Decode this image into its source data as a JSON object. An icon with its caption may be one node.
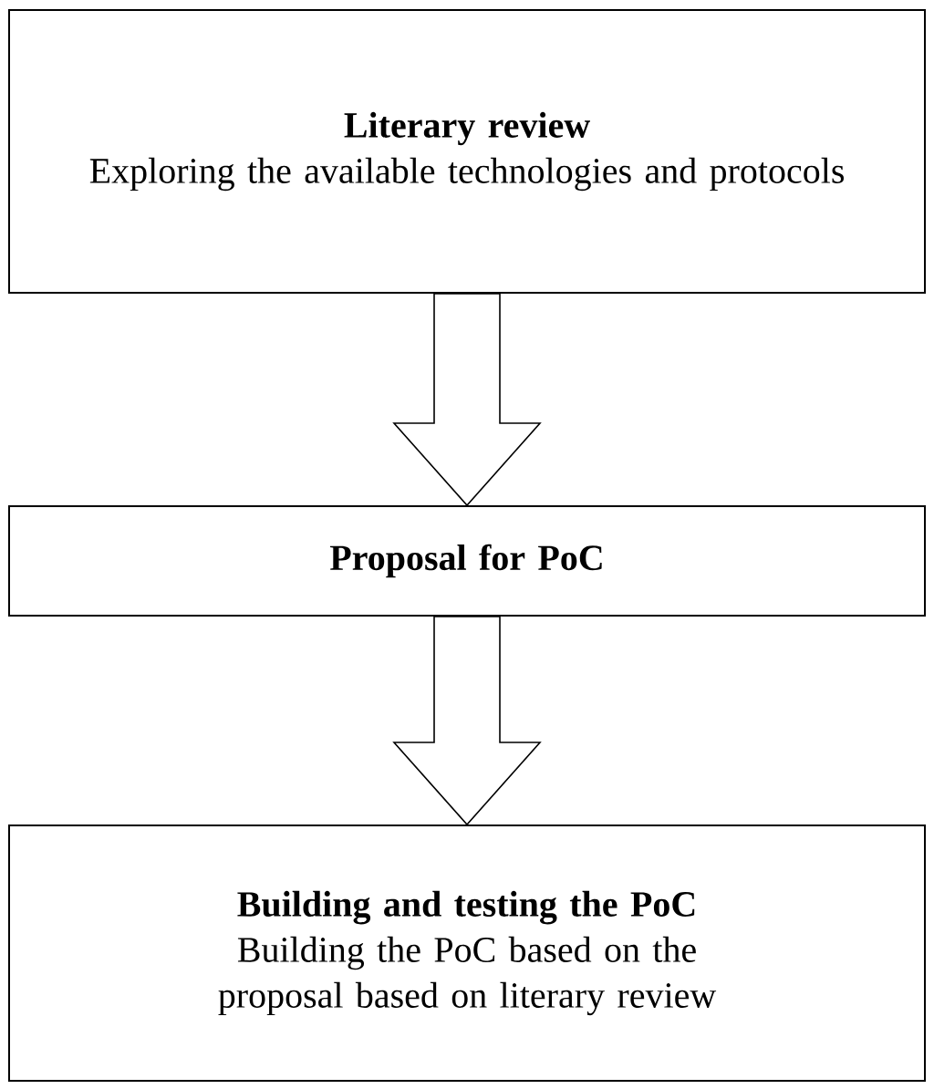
{
  "diagram": {
    "nodes": [
      {
        "text": [
          "Literary review",
          "Exploring the available technologies and protocols"
        ]
      },
      {
        "text": [
          "Proposal for PoC"
        ]
      },
      {
        "text": [
          "Building and testing the PoC",
          "Building the PoC based on the proposal based on literary review"
        ]
      }
    ],
    "edges": [
      {
        "from": 0,
        "to": 1,
        "arrow": "to"
      },
      {
        "from": 1,
        "to": 2,
        "arrow": "to"
      }
    ]
  }
}
